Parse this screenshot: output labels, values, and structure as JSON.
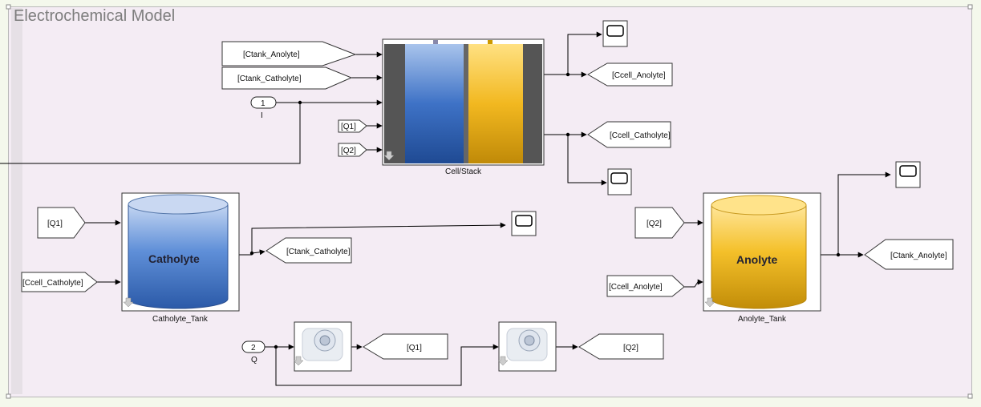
{
  "title": "Electrochemical Model",
  "goto_tags": {
    "ctank_anolyte": "[Ctank_Anolyte]",
    "ctank_catholyte": "[Ctank_Catholyte]",
    "ccell_anolyte": "[Ccell_Anolyte]",
    "ccell_catholyte": "[Ccell_Catholyte]",
    "q1": "[Q1]",
    "q2": "[Q2]"
  },
  "ports": {
    "in1_number": "1",
    "in1_name": "I",
    "in2_number": "2",
    "in2_name": "Q"
  },
  "blocks": {
    "cell_stack": "Cell/Stack",
    "catholyte_tank": "Catholyte_Tank",
    "anolyte_tank": "Anolyte_Tank",
    "catholyte_text": "Catholyte",
    "anolyte_text": "Anolyte"
  },
  "colors": {
    "background": "#f4ecf4",
    "blue": "#3b6fc4",
    "yellow": "#f2b820",
    "wire": "#000000"
  }
}
